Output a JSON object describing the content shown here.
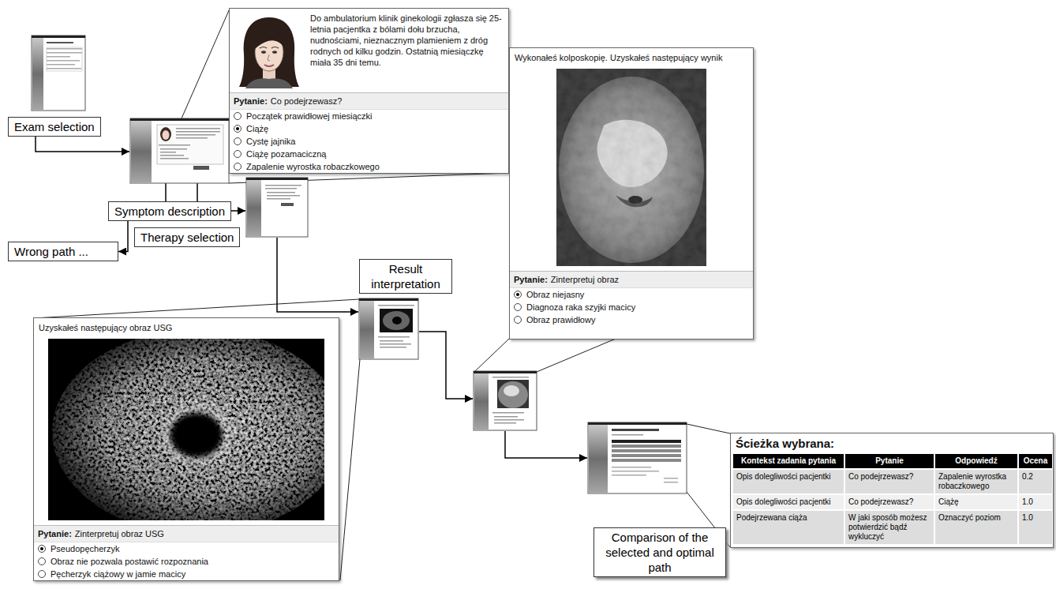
{
  "diagram": {
    "nodes": [
      {
        "text": [
          "Exam selection"
        ]
      },
      {
        "text": [
          "Do ambulatorium klinik ginekologii zgłasza się 25-letnia pacjentka z bólami dołu brzucha, nudnościami, nieznacznym plamieniem z dróg rodnych od kilku godzin. Ostatnią miesiączkę miała 35 dni temu.",
          "Pytanie:",
          "Co podejrzewasz?",
          "Początek prawidłowej miesiączki",
          "Ciążę",
          "Cystę jajnika",
          "Ciążę pozamaciczną",
          "Zapalenie wyrostka robaczkowego"
        ]
      },
      {
        "text": [
          "Wykonałeś kolposkopię. Uzyskałeś następujący wynik",
          "Pytanie:",
          "Zinterpretuj obraz",
          "Obraz niejasny",
          "Diagnoza raka szyjki macicy",
          "Obraz prawidłowy"
        ]
      },
      {
        "text": [
          "Symptom description"
        ]
      },
      {
        "text": [
          "Wrong path ..."
        ]
      },
      {
        "text": [
          "Therapy selection"
        ]
      },
      {
        "text": [
          "Result interpretation"
        ]
      },
      {
        "text": [
          "Uzyskałeś następujący obraz USG",
          "Pytanie:",
          "Zinterpretuj obraz USG",
          "Pseudopęcherzyk",
          "Obraz nie pozwala postawić rozpoznania",
          "Pęcherzyk ciążowy w jamie macicy"
        ]
      },
      {
        "text": [
          "Ścieżka wybrana:",
          "Kontekst zadania pytania",
          "Pytanie",
          "Odpowiedź",
          "Ocena",
          "Opis dolegliwości pacjentki",
          "Co podejrzewasz?",
          "Zapalenie wyrostka robaczkowego",
          "0.2",
          "Opis dolegliwości pacjentki",
          "Co podejrzewasz?",
          "Ciążę",
          "1.0",
          "Podejrzewana ciąża",
          "W jaki sposób możesz potwierdzić bądź wykluczyć",
          "Oznaczyć poziom",
          "1.0"
        ]
      },
      {
        "text": [
          "Comparison of the selected and optimal path"
        ]
      }
    ],
    "edges": [
      {
        "from": 3,
        "to": 4,
        "arrow": "to"
      }
    ]
  }
}
